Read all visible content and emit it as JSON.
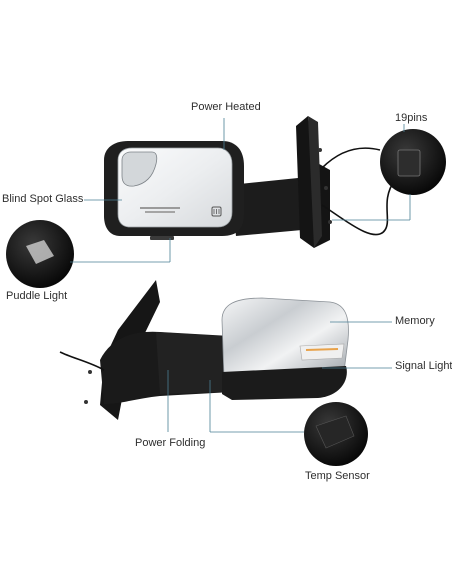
{
  "labels": {
    "power_heated": "Power Heated",
    "pins": "19pins",
    "blind_spot_glass": "Blind Spot Glass",
    "puddle_light": "Puddle Light",
    "memory": "Memory",
    "signal_light": "Signal Light",
    "power_folding": "Power Folding",
    "temp_sensor": "Temp Sensor"
  },
  "colors": {
    "line": "#4a7f94",
    "housing": "#1f1f1f",
    "glass": "#eef0f2",
    "chrome": "#d9dcdf",
    "signal": "#e8a24a"
  }
}
